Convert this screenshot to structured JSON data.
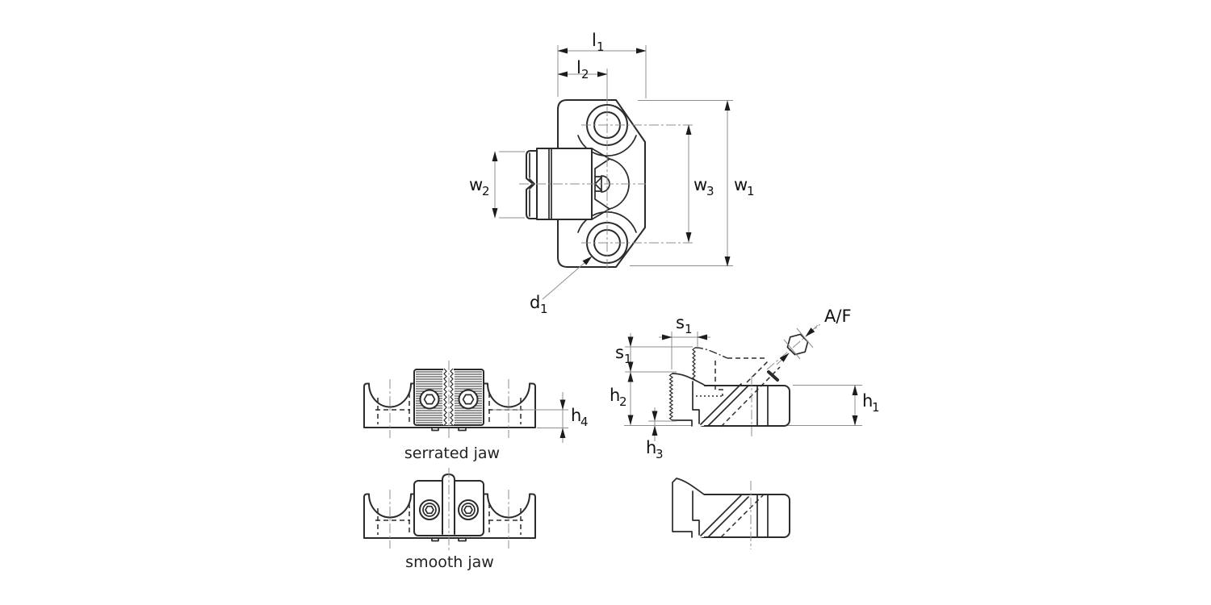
{
  "drawing": {
    "background": "#ffffff",
    "line_color": "#2b2b2b",
    "thin_line_color": "#8f8f8f",
    "text_color": "#111111",
    "labels": {
      "l1": {
        "base": "l",
        "sub": "1"
      },
      "l2": {
        "base": "l",
        "sub": "2"
      },
      "w1": {
        "base": "w",
        "sub": "1"
      },
      "w2": {
        "base": "w",
        "sub": "2"
      },
      "w3": {
        "base": "w",
        "sub": "3"
      },
      "d1": {
        "base": "d",
        "sub": "1"
      },
      "s1": {
        "base": "s",
        "sub": "1"
      },
      "h1": {
        "base": "h",
        "sub": "1"
      },
      "h2": {
        "base": "h",
        "sub": "2"
      },
      "h3": {
        "base": "h",
        "sub": "3"
      },
      "h4": {
        "base": "h",
        "sub": "4"
      },
      "af": "A/F"
    },
    "captions": {
      "serrated_jaw": "serrated jaw",
      "smooth_jaw": "smooth jaw"
    }
  }
}
